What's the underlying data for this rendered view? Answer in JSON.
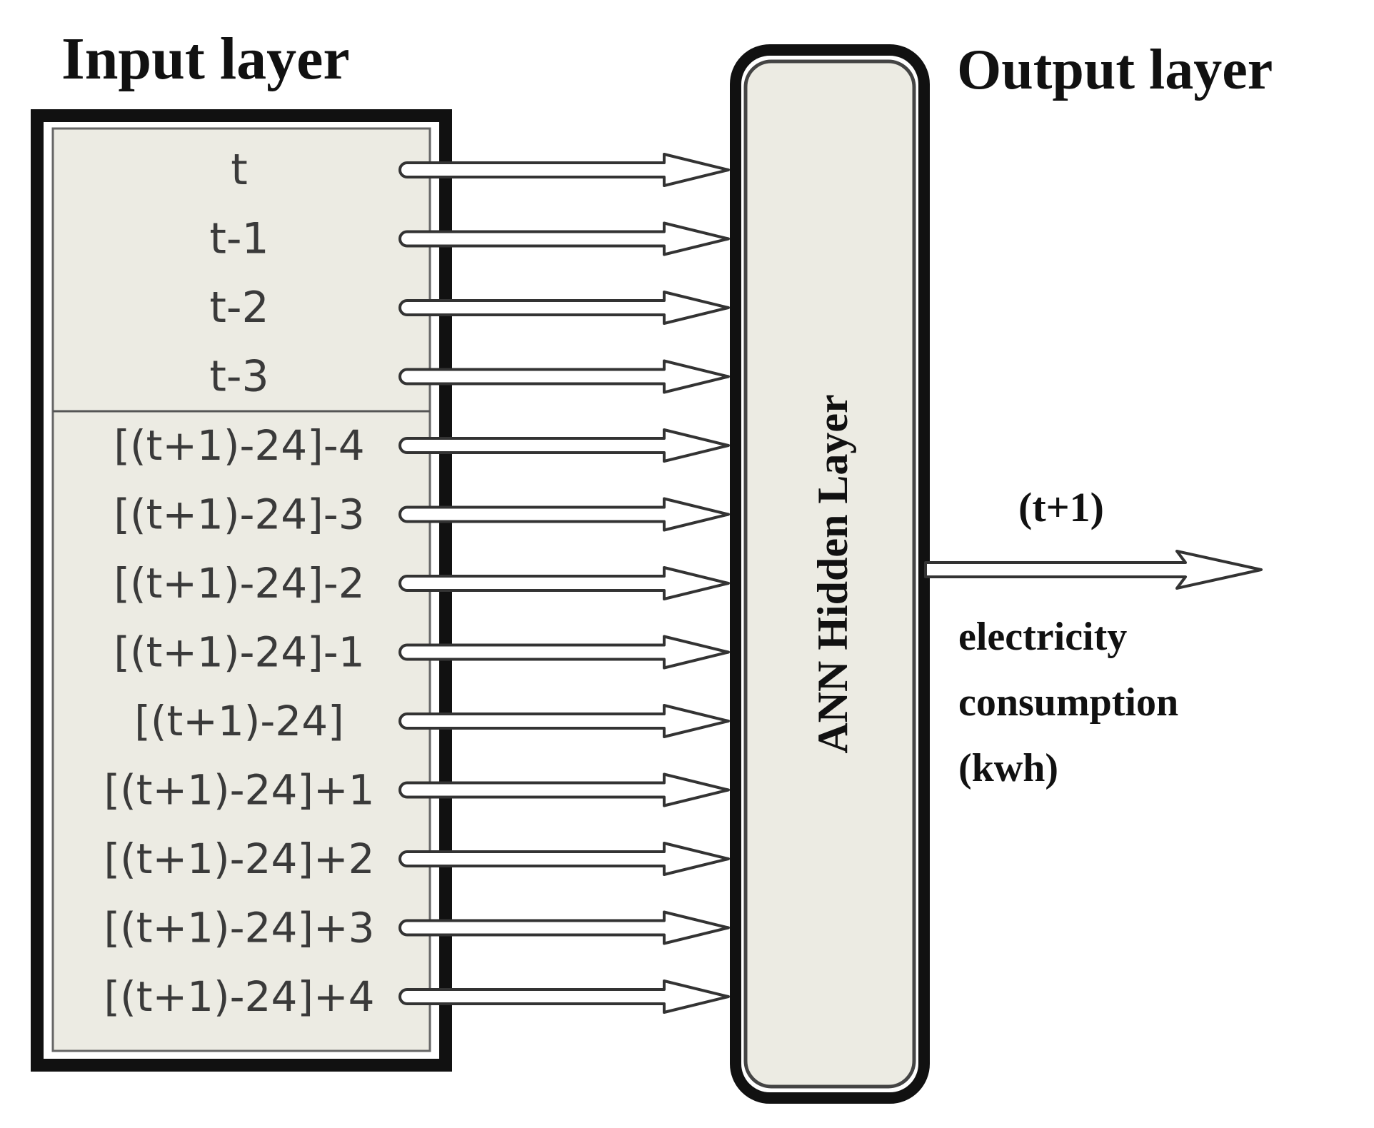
{
  "input_layer": {
    "title": "Input layer",
    "inputs": [
      "t",
      "t-1",
      "t-2",
      "t-3",
      "[(t+1)-24]-4",
      "[(t+1)-24]-3",
      "[(t+1)-24]-2",
      "[(t+1)-24]-1",
      "[(t+1)-24]",
      "[(t+1)-24]+1",
      "[(t+1)-24]+2",
      "[(t+1)-24]+3",
      "[(t+1)-24]+4"
    ]
  },
  "hidden_layer": {
    "label": "ANN Hidden Layer"
  },
  "output_layer": {
    "title": "Output layer",
    "output_label": "(t+1)",
    "description_lines": [
      "electricity",
      "consumption",
      "(kwh)"
    ]
  },
  "colors": {
    "box_fill": "#ecebe3",
    "border": "#111111",
    "arrow_fill": "#ffffff",
    "arrow_stroke": "#333333"
  }
}
